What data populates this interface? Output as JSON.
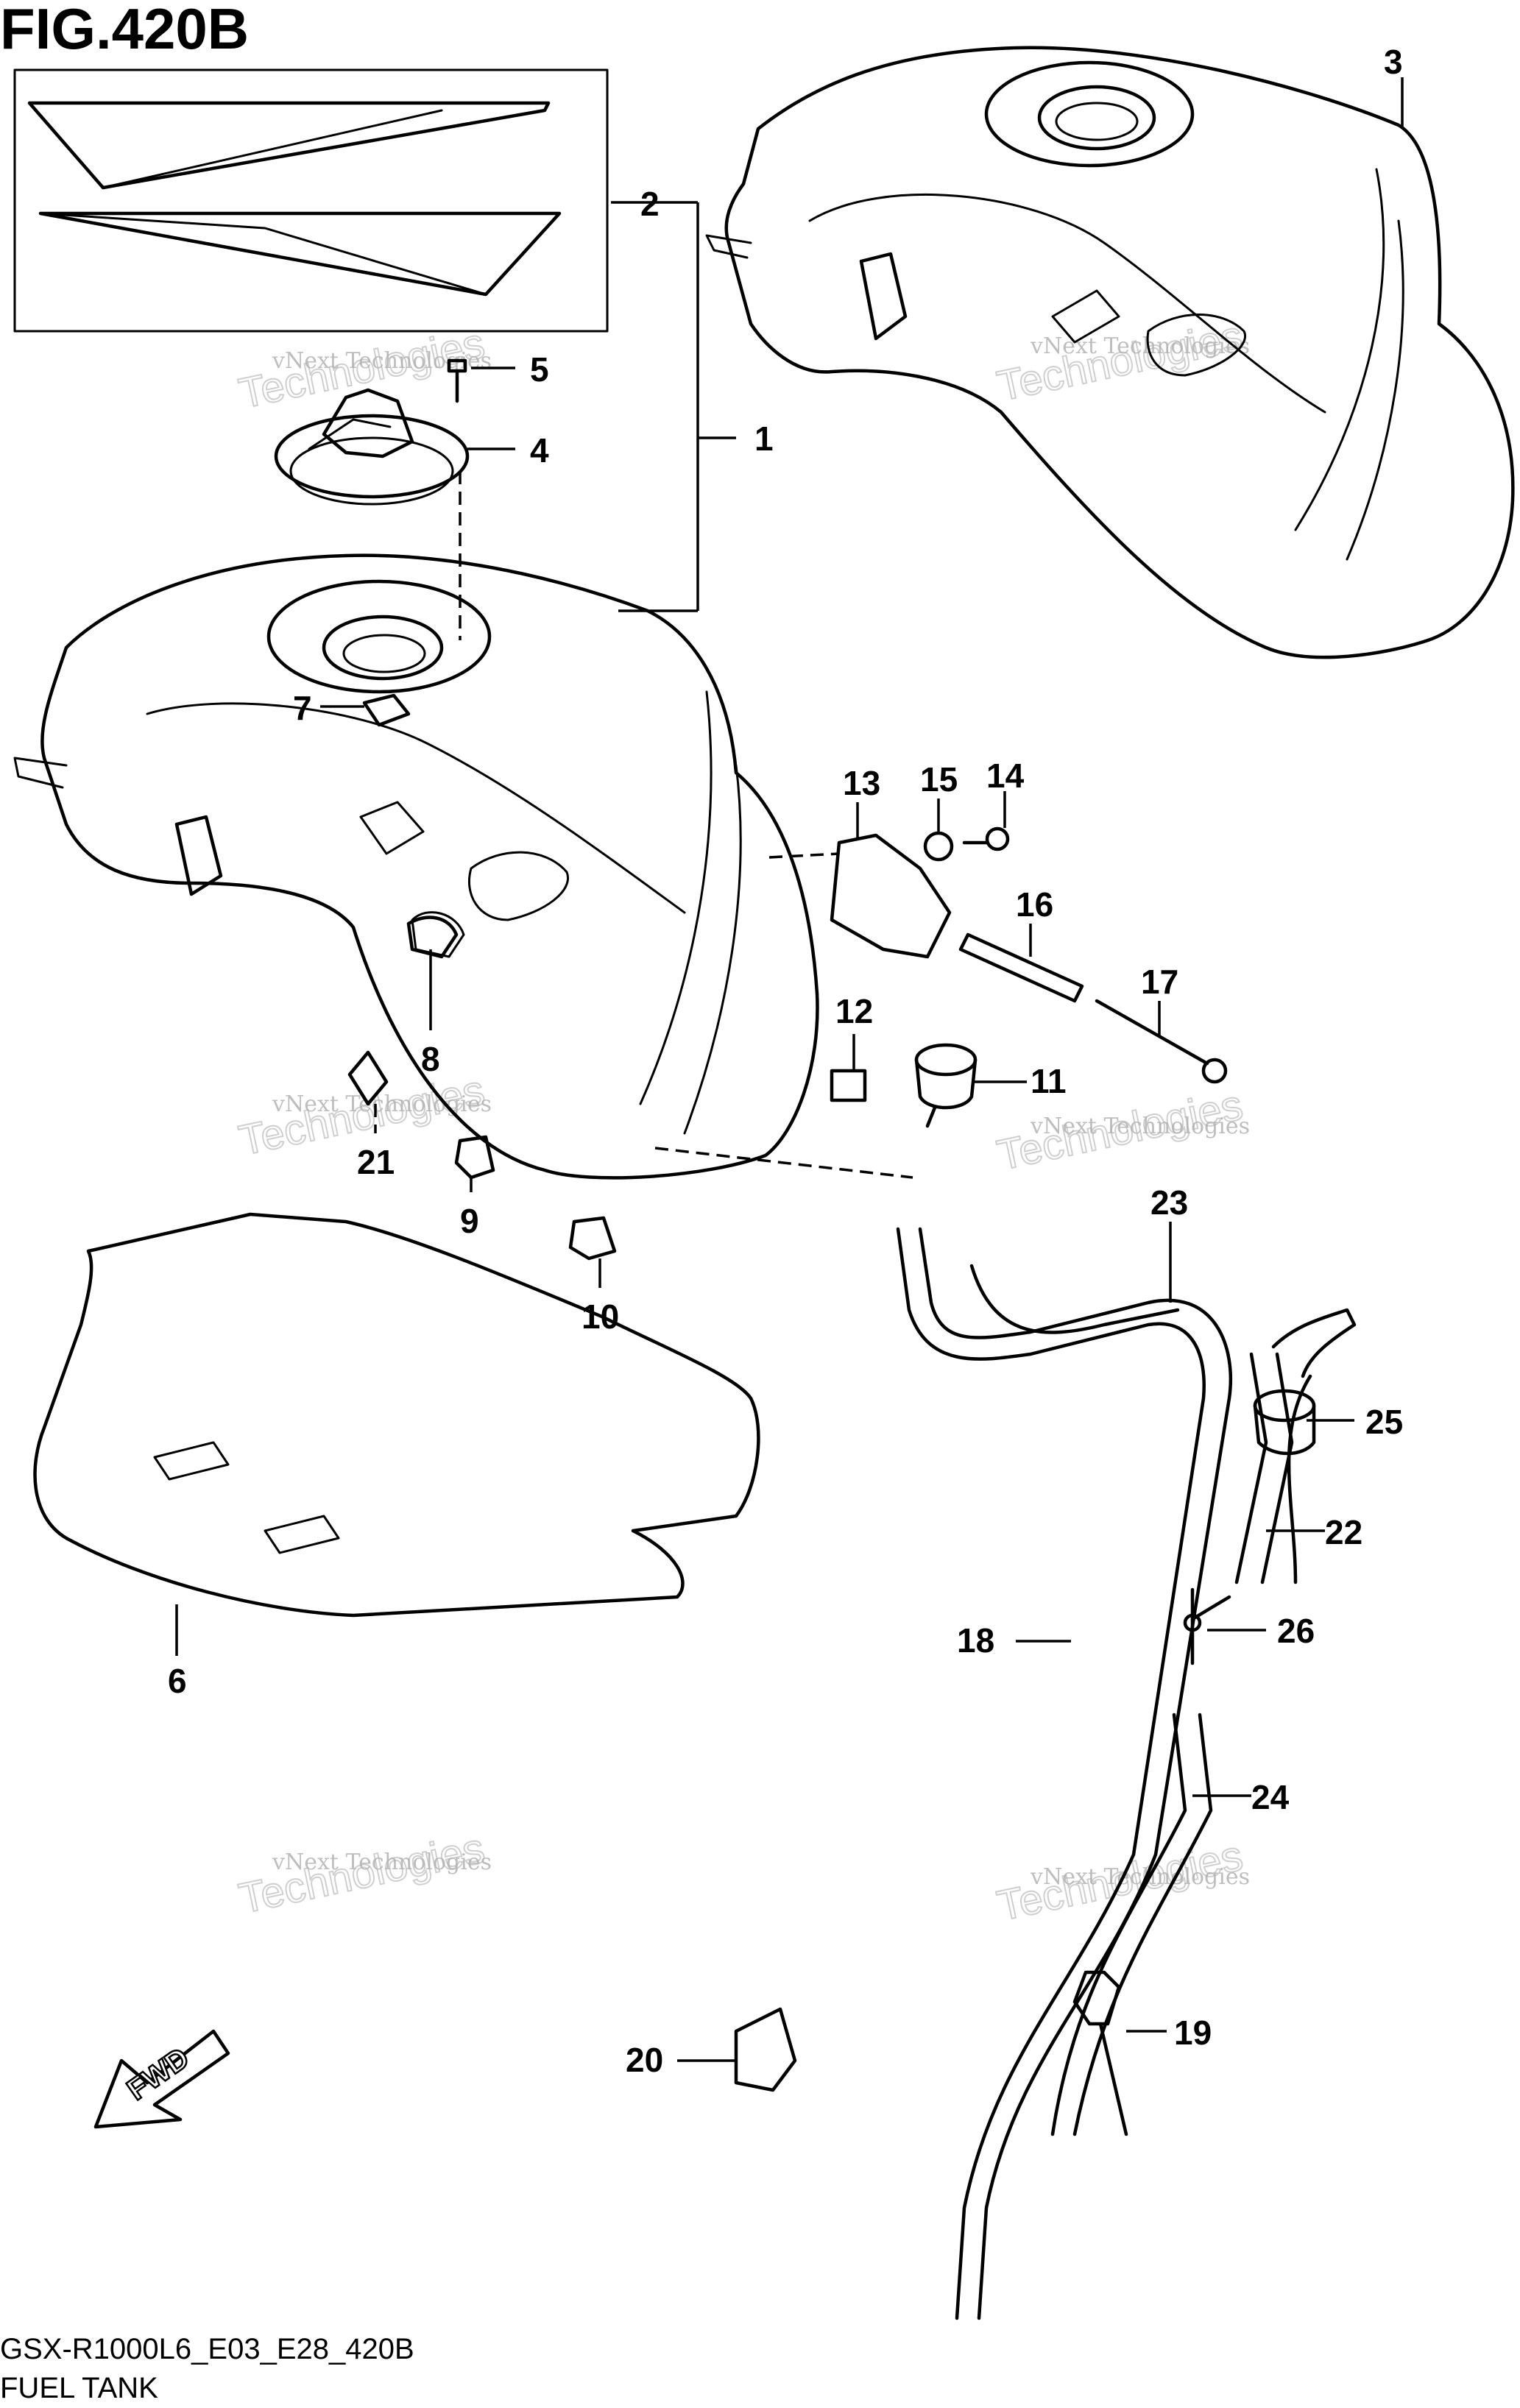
{
  "figure": {
    "title": "FIG.420B",
    "footer_code": "GSX-R1000L6_E03_E28_420B",
    "footer_name": "FUEL TANK",
    "fwd_label": "FWD",
    "watermark_line1": "vNext Technologies",
    "watermark_line2": "vNext",
    "watermark_line3": "Technologies"
  },
  "callouts": [
    {
      "id": "c1",
      "label": "1"
    },
    {
      "id": "c2",
      "label": "2"
    },
    {
      "id": "c3",
      "label": "3"
    },
    {
      "id": "c4",
      "label": "4"
    },
    {
      "id": "c5",
      "label": "5"
    },
    {
      "id": "c6",
      "label": "6"
    },
    {
      "id": "c7",
      "label": "7"
    },
    {
      "id": "c8",
      "label": "8"
    },
    {
      "id": "c9",
      "label": "9"
    },
    {
      "id": "c10",
      "label": "10"
    },
    {
      "id": "c11",
      "label": "11"
    },
    {
      "id": "c12",
      "label": "12"
    },
    {
      "id": "c13",
      "label": "13"
    },
    {
      "id": "c14",
      "label": "14"
    },
    {
      "id": "c15",
      "label": "15"
    },
    {
      "id": "c16",
      "label": "16"
    },
    {
      "id": "c17",
      "label": "17"
    },
    {
      "id": "c18",
      "label": "18"
    },
    {
      "id": "c19",
      "label": "19"
    },
    {
      "id": "c20",
      "label": "20"
    },
    {
      "id": "c21",
      "label": "21"
    },
    {
      "id": "c22",
      "label": "22"
    },
    {
      "id": "c23",
      "label": "23"
    },
    {
      "id": "c24",
      "label": "24"
    },
    {
      "id": "c25",
      "label": "25"
    },
    {
      "id": "c26",
      "label": "26"
    }
  ]
}
